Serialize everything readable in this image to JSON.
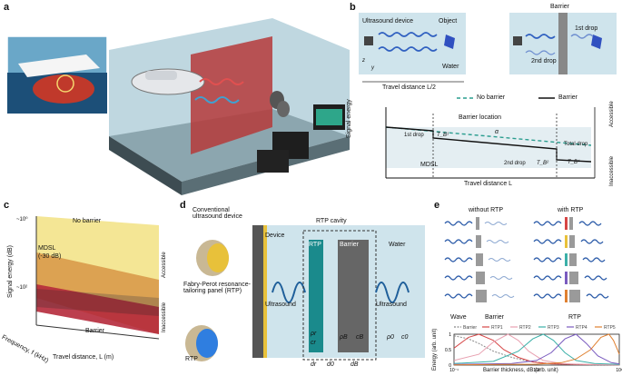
{
  "panels": {
    "a": {
      "label": "a"
    },
    "b": {
      "label": "b",
      "ultrasound_device": "Ultrasound device",
      "object": "Object",
      "water": "Water",
      "travel_half": "Travel distance L/2",
      "barrier": "Barrier",
      "first_drop": "1st drop",
      "second_drop": "2nd drop",
      "axis_z": "z",
      "axis_y": "y",
      "legend_no_barrier": "No barrier",
      "legend_barrier": "Barrier",
      "barrier_location": "Barrier location",
      "drop1": "1st drop",
      "T1": "T_B¹",
      "alpha": "α",
      "mdsl": "MDSL",
      "drop2": "2nd drop",
      "T2": "T_B²",
      "total_drop": "Total drop",
      "T4": "T_B⁴",
      "ylabel": "Signal energy",
      "xlabel": "Travel distance L",
      "accessible": "Accessible",
      "inaccessible": "Inaccessible"
    },
    "c": {
      "label": "c",
      "ylabel": "Signal energy (dB)",
      "ytick_top": "~10⁰",
      "ytick_bottom": "~10²",
      "no_barrier": "No barrier",
      "mdsl": "MDSL",
      "mdsl_db": "(-30 dB)",
      "barrier": "Barrier",
      "freq_label": "Frequency, f (kHz)",
      "xlabel": "Travel distance, L (m)",
      "accessible": "Accessible",
      "inaccessible": "Inaccessible"
    },
    "d": {
      "label": "d",
      "conventional": "Conventional ultrasound device",
      "fabry": "Fabry-Perot resonance-tailoring panel (RTP)",
      "rtp_short": "RTP",
      "device": "Device",
      "ultrasound_left": "Ultrasound",
      "rtp_cavity": "RTP cavity",
      "rtp_layer": "RTP",
      "barrier_layer": "Barrier",
      "water": "Water",
      "ultrasound_right": "Ultrasound",
      "rho_r": "ρr",
      "c_r": "cr",
      "rho_b": "ρB",
      "c_b": "cB",
      "rho_0": "ρ0",
      "c_0": "c0",
      "d_r": "dr",
      "d_0": "d0",
      "d_b": "dB"
    },
    "e": {
      "label": "e",
      "without_rtp": "without RTP",
      "with_rtp": "with RTP",
      "wave": "Wave",
      "barrier": "Barrier",
      "rtp": "RTP",
      "rtp_colors": [
        "#d64545",
        "#e8c13a",
        "#3bb0a8",
        "#7a5bbf",
        "#e08030"
      ],
      "ylabel": "Energy (arb. unit)",
      "xlabel": "Barrier thickness, dB (arb. unit)"
    }
  },
  "chart_data": {
    "type": "line",
    "xscale": "log",
    "xlim": [
      0.1,
      10
    ],
    "ylim": [
      0,
      1
    ],
    "yticks": [
      "0",
      "0.5",
      "1"
    ],
    "xticks": [
      "10⁻¹",
      "10⁰",
      "10¹"
    ],
    "xlabel": "Barrier thickness, dB (arb. unit)",
    "ylabel": "Energy (arb. unit)",
    "legend_position": "top",
    "series": [
      {
        "name": "Barrier",
        "color": "#888888",
        "dash": true,
        "x": [
          0.1,
          0.15,
          0.2,
          0.3,
          0.5,
          0.8,
          1.2,
          2,
          3,
          5,
          10
        ],
        "values": [
          0.95,
          0.85,
          0.7,
          0.45,
          0.25,
          0.12,
          0.07,
          0.03,
          0.02,
          0.01,
          0.005
        ]
      },
      {
        "name": "RTP1",
        "color": "#d64545",
        "x": [
          0.1,
          0.15,
          0.2,
          0.3,
          0.4,
          0.6,
          0.9,
          1.5,
          3,
          10
        ],
        "values": [
          0.55,
          0.9,
          1.0,
          0.8,
          0.5,
          0.25,
          0.1,
          0.04,
          0.02,
          0.01
        ]
      },
      {
        "name": "RTP2",
        "color": "#e8a0b0",
        "x": [
          0.1,
          0.2,
          0.3,
          0.45,
          0.6,
          0.8,
          1.2,
          2,
          4,
          10
        ],
        "values": [
          0.15,
          0.35,
          0.75,
          1.0,
          0.8,
          0.45,
          0.15,
          0.05,
          0.02,
          0.01
        ]
      },
      {
        "name": "RTP3",
        "color": "#3bb0a8",
        "x": [
          0.1,
          0.3,
          0.6,
          0.9,
          1.2,
          1.6,
          2.2,
          3,
          5,
          10
        ],
        "values": [
          0.05,
          0.12,
          0.45,
          0.85,
          1.0,
          0.8,
          0.4,
          0.15,
          0.05,
          0.02
        ]
      },
      {
        "name": "RTP4",
        "color": "#7a5bbf",
        "x": [
          0.1,
          0.5,
          1.0,
          1.5,
          2.2,
          3.0,
          4.0,
          5.5,
          8,
          10
        ],
        "values": [
          0.02,
          0.05,
          0.15,
          0.4,
          0.85,
          1.0,
          0.7,
          0.3,
          0.08,
          0.04
        ]
      },
      {
        "name": "RTP5",
        "color": "#e08030",
        "x": [
          0.1,
          1.0,
          2.0,
          3.0,
          4.5,
          6.0,
          7.5,
          8.5,
          9.5,
          10
        ],
        "values": [
          0.01,
          0.03,
          0.08,
          0.2,
          0.5,
          0.9,
          1.0,
          0.8,
          0.5,
          0.35
        ]
      }
    ]
  }
}
